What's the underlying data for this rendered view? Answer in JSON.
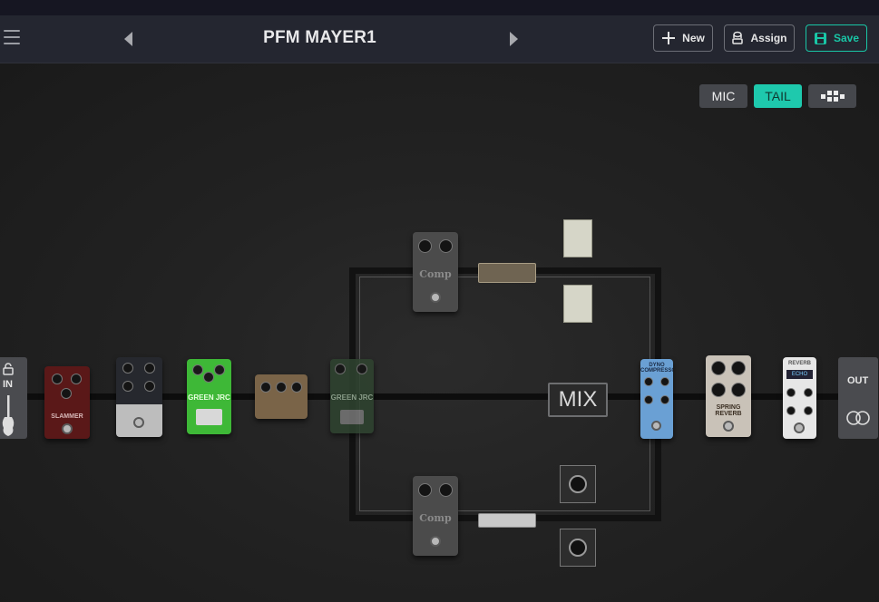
{
  "header": {
    "preset_name": "PFM MAYER1",
    "new_label": "New",
    "assign_label": "Assign",
    "save_label": "Save"
  },
  "toggles": {
    "mic_label": "MIC",
    "tail_label": "TAIL"
  },
  "chain": {
    "in_label": "IN",
    "out_label": "OUT",
    "mix_label": "MIX"
  },
  "pedals": {
    "slammer": "SLAMMER",
    "green_jrc": "GREEN JRC",
    "comp": "Comp",
    "dyno_comp": "DYNO COMPRESSOR",
    "spring_reverb": "SPRING REVERB",
    "reverb": "REVERB",
    "reverb_display": "ECHO"
  },
  "colors": {
    "accent": "#1ec9ad",
    "save": "#19c6a6",
    "header_bg": "#242630"
  }
}
